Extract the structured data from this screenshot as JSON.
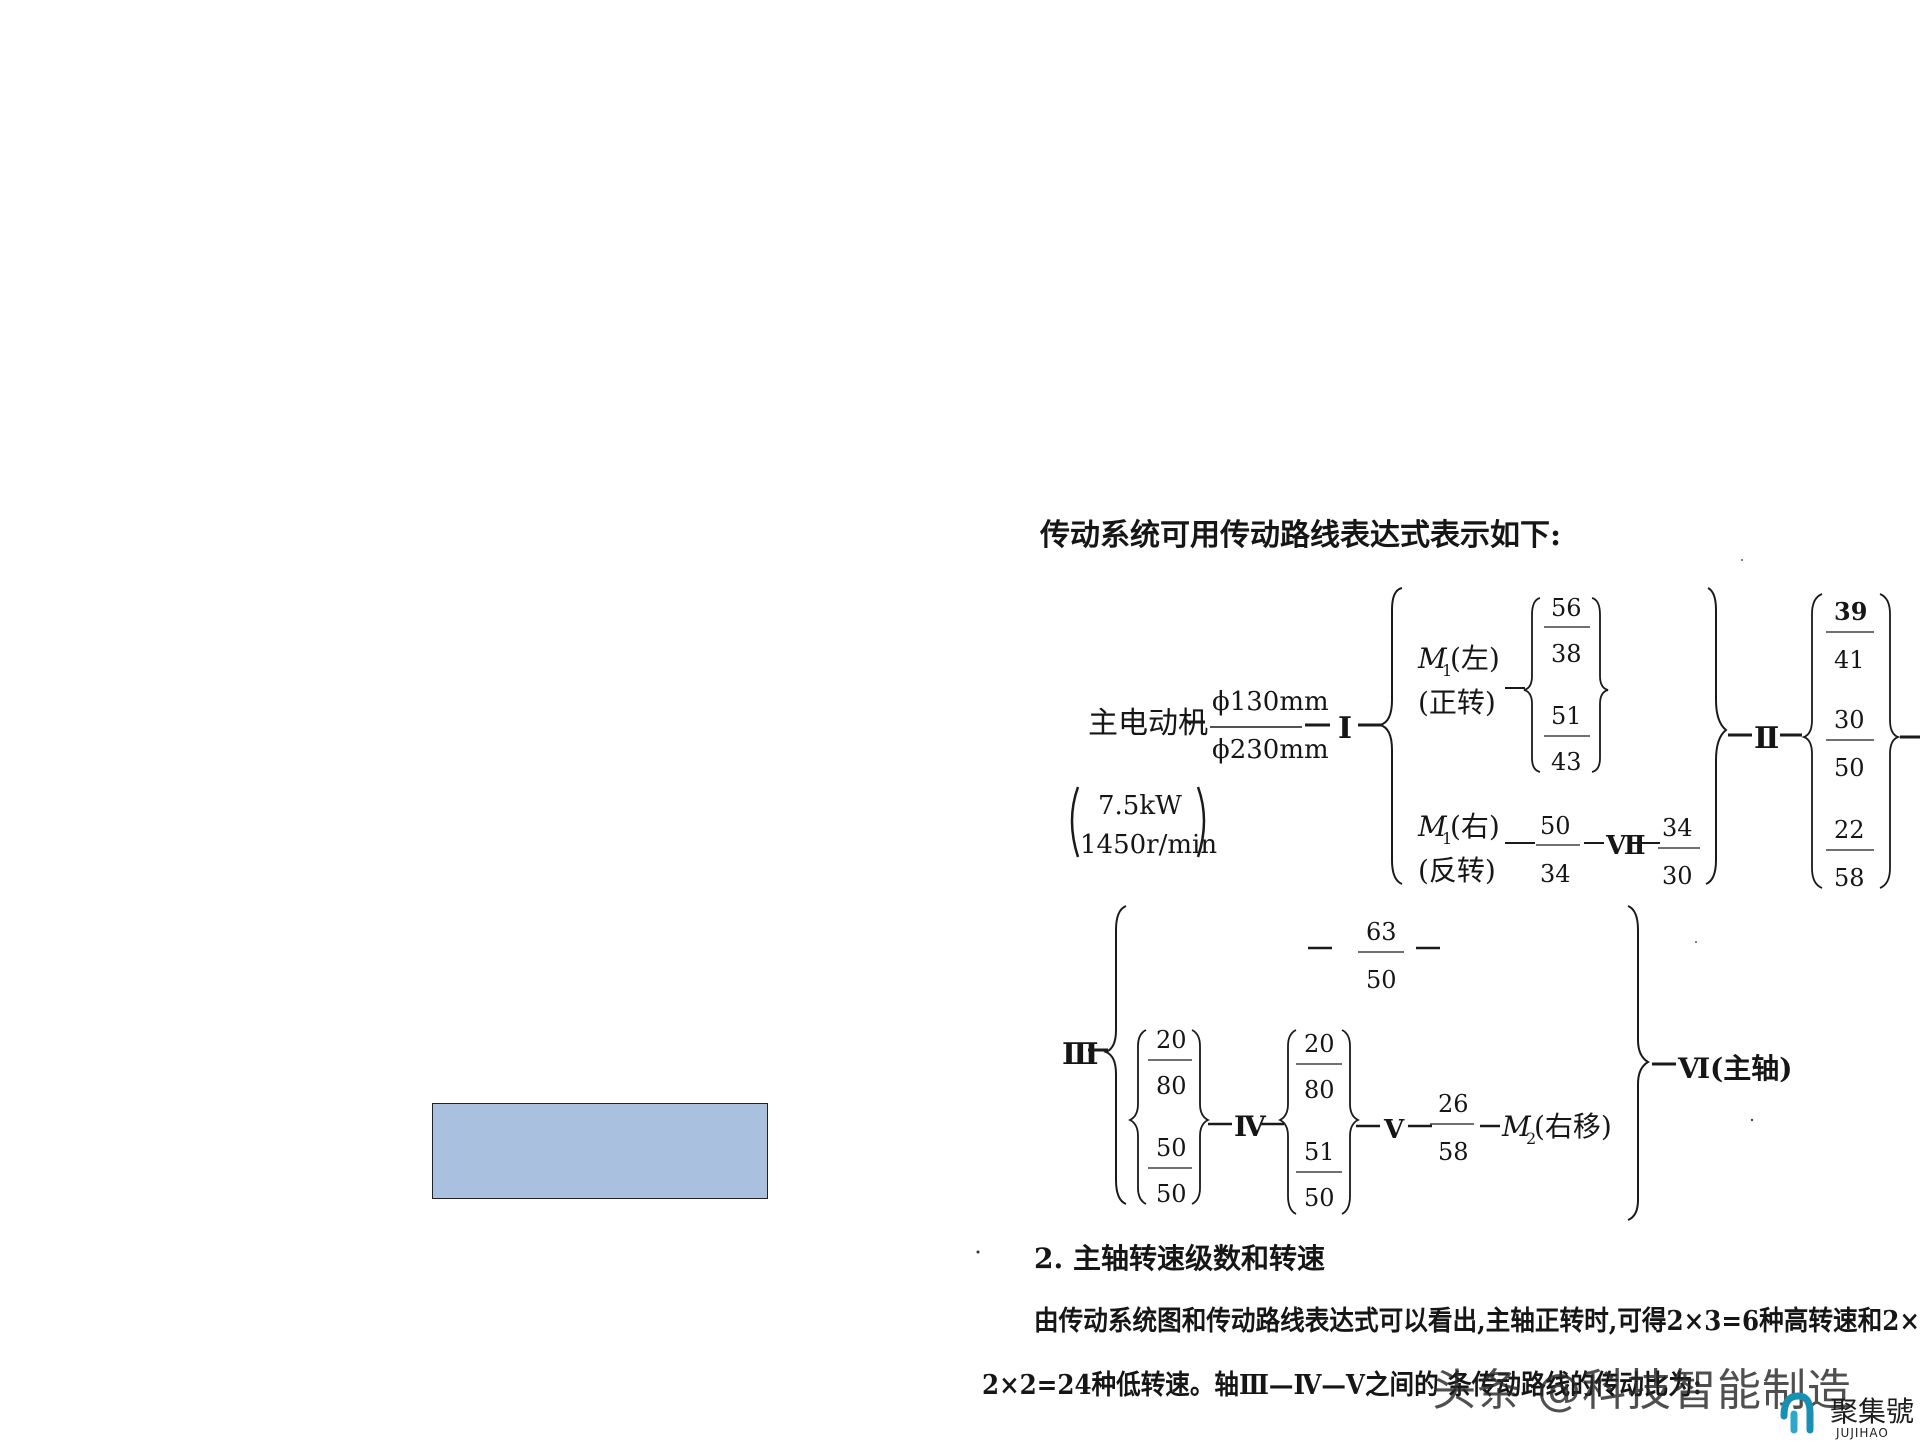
{
  "heading": "传动系统可用传动路线表达式表示如下:",
  "motor": {
    "label": "主电动机",
    "pulley_top": "ϕ130mm",
    "pulley_bottom": "ϕ230mm",
    "power": "7.5kW",
    "speed": "1450r/min"
  },
  "shafts": {
    "I": "Ⅰ",
    "II": "Ⅱ",
    "III": "Ⅲ",
    "IV": "Ⅳ",
    "V": "Ⅴ",
    "VI": "Ⅵ",
    "VII": "Ⅶ"
  },
  "clutch_forward": {
    "m": "M",
    "sub": "1",
    "side": "(左)",
    "dir": "(正转)"
  },
  "clutch_reverse": {
    "m": "M",
    "sub": "1",
    "side": "(右)",
    "dir": "(反转)"
  },
  "clutch_m2": {
    "m": "M",
    "sub": "2",
    "text": "(右移)"
  },
  "spindle_label": "(主轴)",
  "ratios": {
    "f1": [
      "56",
      "38"
    ],
    "f2": [
      "51",
      "43"
    ],
    "r1": [
      "50",
      "34"
    ],
    "r2": [
      "34",
      "30"
    ],
    "g1": [
      "39",
      "41"
    ],
    "g2": [
      "30",
      "50"
    ],
    "g3": [
      "22",
      "58"
    ],
    "h1": [
      "63",
      "50"
    ],
    "a1": [
      "20",
      "80"
    ],
    "a2": [
      "50",
      "50"
    ],
    "b1": [
      "20",
      "80"
    ],
    "b2": [
      "51",
      "50"
    ],
    "c1": [
      "26",
      "58"
    ]
  },
  "section_title": "2. 主轴转速级数和转速",
  "paragraph_line1": "由传动系统图和传动路线表达式可以看出,主轴正转时,可得2×3=6种高转速和2×",
  "paragraph_line2": "2×2=24种低转速。轴Ⅲ—Ⅳ—Ⅴ之间的 条传动路线的传动比为:",
  "watermark": "头条 @科技智能制造",
  "logo": {
    "cn": "聚集號",
    "en": "JUJIHAO",
    "accent": "#1a8fb5"
  },
  "colors": {
    "rectangle": "#a9c1de"
  }
}
